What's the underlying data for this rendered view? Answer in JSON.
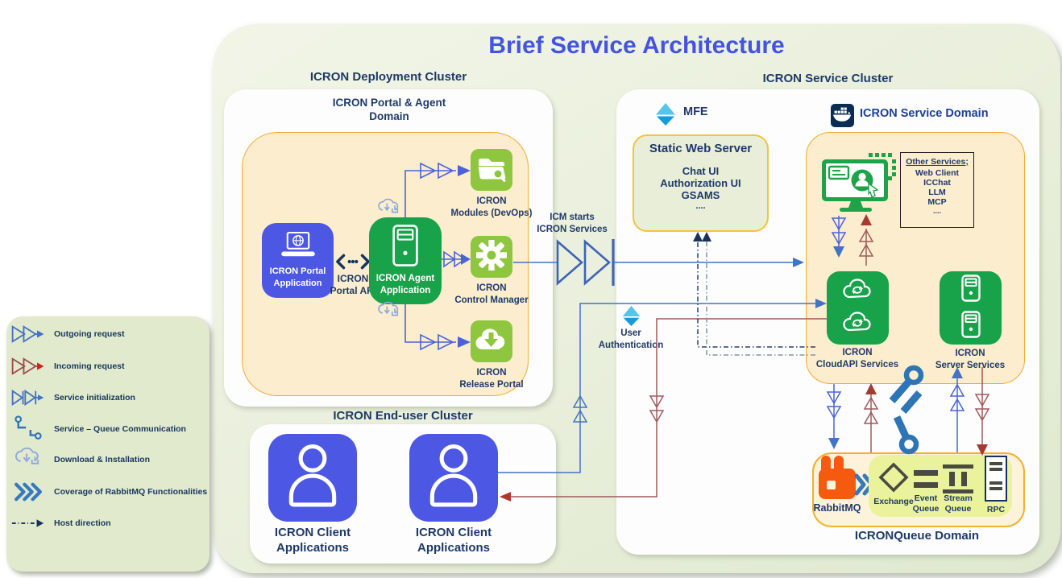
{
  "title": "Brief Service Architecture",
  "colors": {
    "title_blue": "#4355e0",
    "arrow_blue": "#4472c4",
    "arrow_red": "#a05a5a",
    "navy_text": "#1e3a66",
    "green_tile": "#18a34b",
    "light_green_tile": "#8ec73f",
    "blue_tile": "#4c57e4",
    "tan_bg": "#fcedcf",
    "tan_border": "#f4ab2e",
    "rabbit_orange": "#f55a0f"
  },
  "legend": {
    "items": [
      {
        "id": "outgoing",
        "label": "Outgoing request"
      },
      {
        "id": "incoming",
        "label": "Incoming request"
      },
      {
        "id": "service-init",
        "label": "Service initialization"
      },
      {
        "id": "service-queue",
        "label": "Service – Queue Communication"
      },
      {
        "id": "download",
        "label": "Download & Installation"
      },
      {
        "id": "rabbitmq-coverage",
        "label": "Coverage of RabbitMQ Functionalities"
      },
      {
        "id": "host-direction",
        "label": "Host direction"
      }
    ]
  },
  "deployment": {
    "cluster_label": "ICRON Deployment Cluster",
    "domain_label": "ICRON Portal & Agent\nDomain",
    "portal_app_label": "ICRON Portal\nApplication",
    "portal_api_label": "ICRON\nPortal API",
    "agent_app_label": "ICRON Agent\nApplication",
    "modules_label": "ICRON\nModules (DevOps)",
    "control_manager_label": "ICRON\nControl Manager",
    "release_portal_label": "ICRON\nRelease Portal"
  },
  "middle": {
    "icm_label": "ICM starts\nICRON Services",
    "user_auth_label": "User\nAuthentication"
  },
  "enduser": {
    "cluster_label": "ICRON End-user Cluster",
    "client1_label": "ICRON Client\nApplications",
    "client2_label": "ICRON Client\nApplications"
  },
  "service": {
    "cluster_label": "ICRON Service Cluster",
    "mfe_label": "MFE",
    "static_web_server": {
      "title": "Static Web Server",
      "items": [
        "Chat UI",
        "Authorization UI",
        "GSAMS",
        "...."
      ]
    },
    "domain_label": "ICRON Service Domain",
    "other_services": {
      "title": "Other Services;",
      "items": [
        "Web Client",
        "ICChat",
        "LLM",
        "MCP",
        "...."
      ]
    },
    "cloudapi_label": "ICRON\nCloudAPI Services",
    "server_services_label": "ICRON\nServer Services"
  },
  "queue": {
    "domain_label": "ICRONQueue Domain",
    "rabbitmq_label": "RabbitMQ",
    "exchange_label": "Exchange",
    "event_queue_label": "Event\nQueue",
    "stream_queue_label": "Stream\nQueue",
    "rpc_label": "RPC"
  }
}
